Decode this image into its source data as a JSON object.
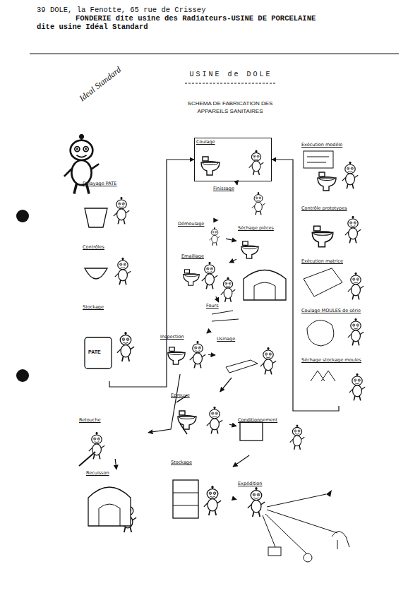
{
  "diagram": {
    "title": "USINE de DOLE",
    "nodes": [
      {
        "text": [
          "Coulage"
        ]
      },
      {
        "text": [
          "Finissage"
        ]
      },
      {
        "text": [
          "Démoulage"
        ]
      },
      {
        "text": [
          "Séchage pièces"
        ]
      },
      {
        "text": [
          "Emaillage"
        ]
      },
      {
        "text": [
          "Fours"
        ]
      },
      {
        "text": [
          "Inspection"
        ]
      },
      {
        "text": [
          "Usinage"
        ]
      },
      {
        "text": [
          "Epreuve"
        ]
      },
      {
        "text": [
          "Conditionnement"
        ]
      },
      {
        "text": [
          "Stockage"
        ]
      },
      {
        "text": [
          "Expédition"
        ]
      },
      {
        "text": [
          "Retouche"
        ]
      },
      {
        "text": [
          "Recuisson"
        ]
      },
      {
        "text": [
          "Délayage PATE"
        ]
      },
      {
        "text": [
          "Contrôles"
        ]
      },
      {
        "text": [
          "Stockage"
        ]
      },
      {
        "text": [
          "Exécution modèle"
        ]
      },
      {
        "text": [
          "Contrôle prototypes"
        ]
      },
      {
        "text": [
          "Exécution matrice"
        ]
      },
      {
        "text": [
          "Coulage MOULES de série"
        ]
      },
      {
        "text": [
          "Séchage stockage moules"
        ]
      }
    ],
    "edges": [
      {
        "from": 16,
        "to": 0,
        "arrow": "to"
      },
      {
        "from": 21,
        "to": 0,
        "arrow": "to"
      },
      {
        "from": 0,
        "to": 1,
        "arrow": "to"
      },
      {
        "from": 1,
        "to": 2,
        "arrow": "to"
      },
      {
        "from": 2,
        "to": 3,
        "arrow": "to"
      },
      {
        "from": 3,
        "to": 4,
        "arrow": "to"
      },
      {
        "from": 4,
        "to": 5,
        "arrow": "to"
      },
      {
        "from": 5,
        "to": 6,
        "arrow": "to"
      },
      {
        "from": 6,
        "to": 7,
        "arrow": "to"
      },
      {
        "from": 7,
        "to": 8,
        "arrow": "to"
      },
      {
        "from": 8,
        "to": 9,
        "arrow": "to"
      },
      {
        "from": 9,
        "to": 10,
        "arrow": "to"
      },
      {
        "from": 10,
        "to": 11,
        "arrow": "to"
      },
      {
        "from": 6,
        "to": 12,
        "arrow": "to"
      },
      {
        "from": 12,
        "to": 13,
        "arrow": "to"
      }
    ],
    "labels": [
      "39 DOLE, la Fenotte, 65 rue de Crissey",
      "FONDERIE dite usine des Radiateurs-USINE DE PORCELAINE",
      "dite usine Idéal Standard",
      "Ideal Standard",
      "SCHEMA DE FABRICATION DES APPAREILS SANITAIRES",
      "PATE"
    ]
  }
}
